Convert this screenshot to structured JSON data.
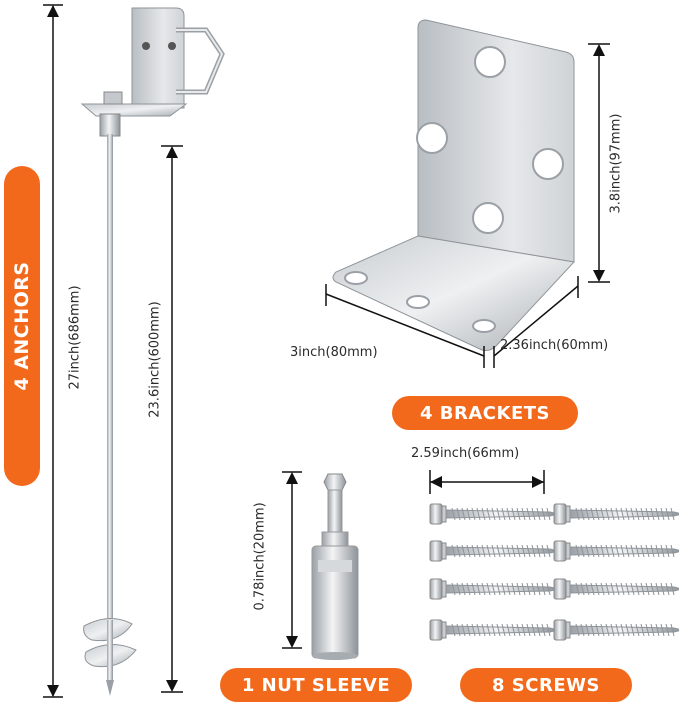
{
  "labels": {
    "anchors": "4 ANCHORS",
    "brackets": "4 BRACKETS",
    "nut_sleeve": "1 NUT SLEEVE",
    "screws": "8 SCREWS"
  },
  "dimensions": {
    "anchor_total": "27inch(686mm)",
    "anchor_shaft": "23.6inch(600mm)",
    "bracket_height": "3.8inch(97mm)",
    "bracket_length": "3inch(80mm)",
    "bracket_width": "2.36inch(60mm)",
    "screw_length": "2.59inch(66mm)",
    "sleeve_length": "0.78inch(20mm)"
  },
  "colors": {
    "accent": "#f2691c",
    "metal_light": "#e4e6e8",
    "metal_dark": "#9ea3a8",
    "text": "#2b2b2b"
  }
}
